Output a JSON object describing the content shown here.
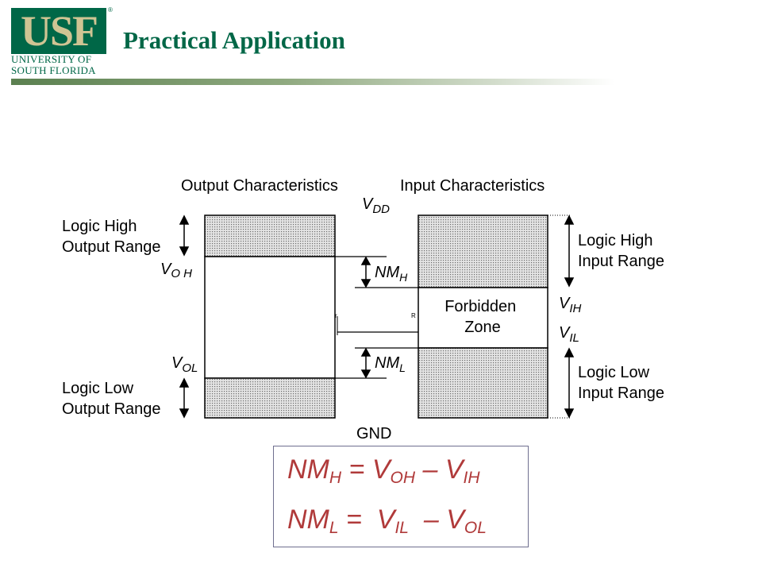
{
  "slide": {
    "logo": {
      "mark": "USF",
      "registered": "®",
      "line1": "UNIVERSITY OF",
      "line2": "SOUTH FLORIDA"
    },
    "title": "Practical Application"
  },
  "diagram": {
    "output_heading": "Output Characteristics",
    "input_heading": "Input Characteristics",
    "vdd": {
      "main": "V",
      "sub": "DD"
    },
    "gnd": "GND",
    "output_high_range": [
      "Logic High",
      "Output Range"
    ],
    "output_low_range": [
      "Logic Low",
      "Output Range"
    ],
    "input_high_range": [
      "Logic High",
      "Input Range"
    ],
    "input_low_range": [
      "Logic Low",
      "Input Range"
    ],
    "voh": {
      "main": "V",
      "sub": "O H"
    },
    "vol": {
      "main": "V",
      "sub": "OL"
    },
    "vih": {
      "main": "V",
      "sub": "IH"
    },
    "vil": {
      "main": "V",
      "sub": "IL"
    },
    "nmh": {
      "main": "NM",
      "sub": "H"
    },
    "nml": {
      "main": "NM",
      "sub": "L"
    },
    "forbidden_zone": [
      "Forbidden",
      "Zone"
    ],
    "stray_marks": [
      "r",
      "R"
    ]
  },
  "formulas": {
    "nmh": {
      "lhs": "NM",
      "lhs_sub": "H",
      "eq": " = ",
      "a": "V",
      "a_sub": "OH",
      "minus": " – ",
      "b": "V",
      "b_sub": "IH"
    },
    "nml": {
      "lhs": "NM",
      "lhs_sub": "L",
      "eq": " =  ",
      "a": "V",
      "a_sub": "IL",
      "minus": "  – ",
      "b": "V",
      "b_sub": "OL"
    }
  }
}
